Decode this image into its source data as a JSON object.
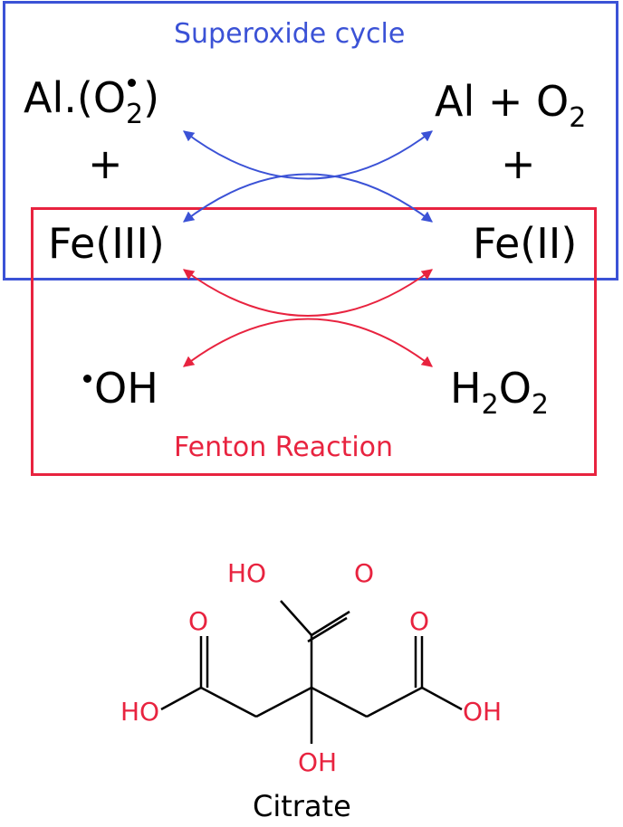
{
  "superoxide_cycle": {
    "title": "Superoxide cycle",
    "color": "#3b52d6",
    "left_top": {
      "prefix": "Al.(O",
      "sub": "2",
      "suffix": ")"
    },
    "right_top": {
      "prefix": "Al + O",
      "sub": "2"
    },
    "plus_left": "+",
    "plus_right": "+"
  },
  "iron": {
    "left": "Fe(III)",
    "right": "Fe(II)"
  },
  "fenton_reaction": {
    "title": "Fenton Reaction",
    "color": "#e8233f",
    "left_bottom": "OH",
    "right_bottom": {
      "h": "H",
      "sub1": "2",
      "o": "O",
      "sub2": "2"
    }
  },
  "citrate": {
    "caption": "Citrate",
    "atoms": {
      "ho_top": "HO",
      "o_top": "O",
      "o_left": "O",
      "ho_left": "HO",
      "o_right": "O",
      "oh_right": "OH",
      "oh_bottom": "OH"
    },
    "atom_color": "#e8233f"
  }
}
